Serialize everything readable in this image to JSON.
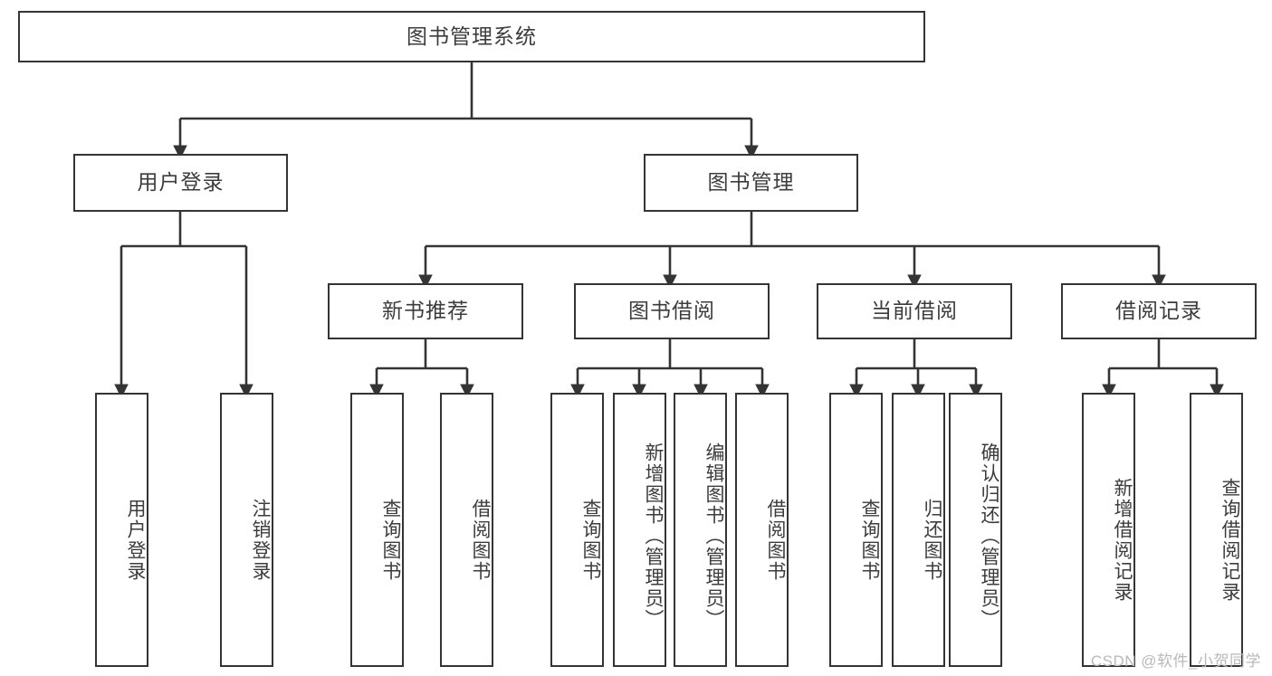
{
  "diagram": {
    "type": "tree",
    "title": "图书管理系统",
    "orientation": "top-down",
    "style": {
      "box_border": "#343434",
      "box_fill": "#ffffff",
      "text_color": "#3c3c3c",
      "connector_color": "#343434",
      "background": "#ffffff"
    },
    "root": {
      "label": "图书管理系统"
    },
    "level2": [
      {
        "id": "user-login",
        "label": "用户登录"
      },
      {
        "id": "book-manage",
        "label": "图书管理"
      }
    ],
    "level3": [
      {
        "id": "new-book-rec",
        "label": "新书推荐",
        "parent": "book-manage"
      },
      {
        "id": "book-borrow",
        "label": "图书借阅",
        "parent": "book-manage"
      },
      {
        "id": "current-borrow",
        "label": "当前借阅",
        "parent": "book-manage"
      },
      {
        "id": "borrow-record",
        "label": "借阅记录",
        "parent": "book-manage"
      }
    ],
    "leaves": [
      {
        "id": "leaf-user-login",
        "label": "用户登录",
        "parent": "user-login"
      },
      {
        "id": "leaf-user-logout",
        "label": "注销登录",
        "parent": "user-login"
      },
      {
        "id": "leaf-query-book-1",
        "label": "查询图书",
        "parent": "new-book-rec"
      },
      {
        "id": "leaf-borrow-book-1",
        "label": "借阅图书",
        "parent": "new-book-rec"
      },
      {
        "id": "leaf-query-book-2",
        "label": "查询图书",
        "parent": "book-borrow"
      },
      {
        "id": "leaf-add-book",
        "label": "新增图书（管理员）",
        "parent": "book-borrow"
      },
      {
        "id": "leaf-edit-book",
        "label": "编辑图书（管理员）",
        "parent": "book-borrow"
      },
      {
        "id": "leaf-borrow-book-2",
        "label": "借阅图书",
        "parent": "book-borrow"
      },
      {
        "id": "leaf-query-book-3",
        "label": "查询图书",
        "parent": "current-borrow"
      },
      {
        "id": "leaf-return-book",
        "label": "归还图书",
        "parent": "current-borrow"
      },
      {
        "id": "leaf-confirm-return",
        "label": "确认归还（管理员）",
        "parent": "current-borrow"
      },
      {
        "id": "leaf-add-record",
        "label": "新增借阅记录",
        "parent": "borrow-record"
      },
      {
        "id": "leaf-query-record",
        "label": "查询借阅记录",
        "parent": "borrow-record"
      }
    ]
  },
  "watermark": {
    "text": "CSDN @软件_小贺同学"
  }
}
